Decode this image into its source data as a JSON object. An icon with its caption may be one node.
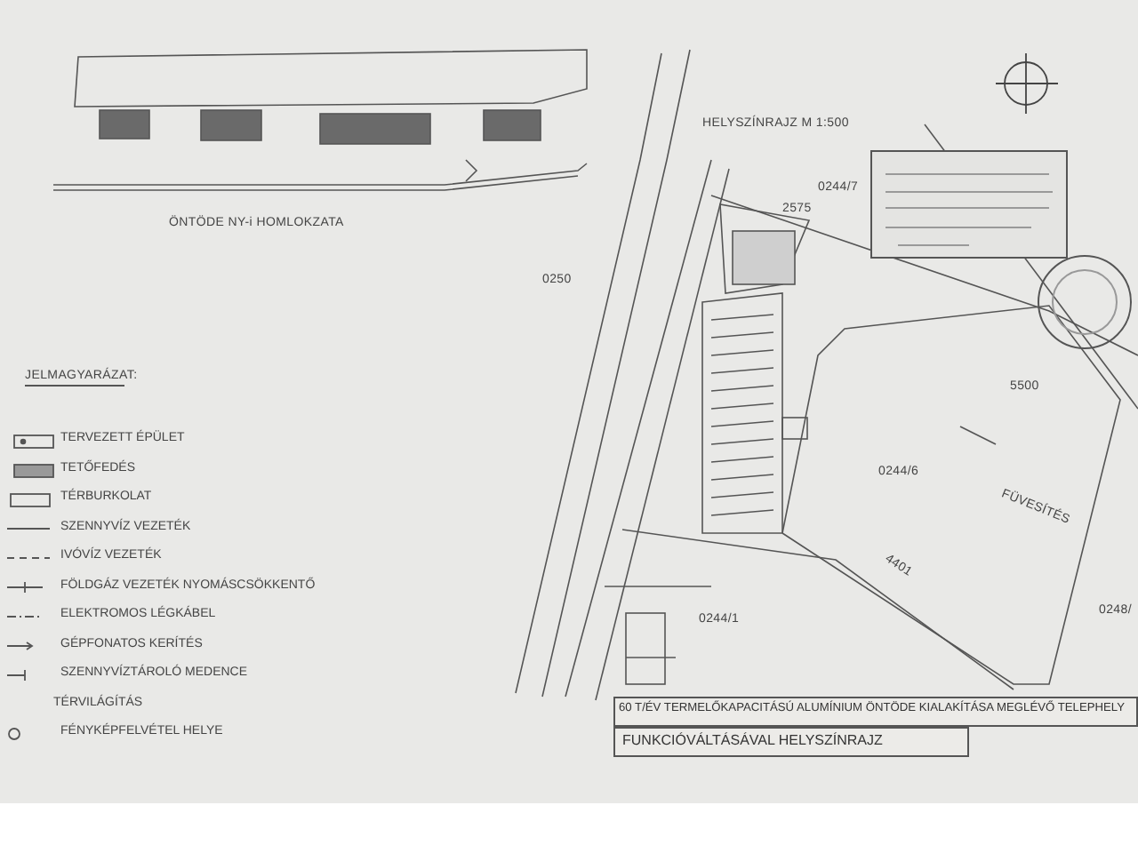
{
  "diagram": {
    "labels": [
      "ÖNTÖDE NY-i HOMLOKZATA",
      "HELYSZÍNRAJZ M 1:500",
      "0244/7",
      "0250",
      "2575",
      "0244/6",
      "FÜVESÍTÉS",
      "4401",
      "0244/1",
      "0248/",
      "5500",
      "JELMAGYARÁZAT:",
      "60 T/ÉV TERMELŐKAPACITÁSÚ ALUMÍNIUM ÖNTÖDE KIALAKÍTÁSA MEGLÉVŐ TELEPHELY",
      "FUNKCIÓVÁLTÁSÁVAL HELYSZÍNRAJZ"
    ],
    "legend": [
      {
        "text": "TERVEZETT ÉPÜLET"
      },
      {
        "text": "TETŐFEDÉS"
      },
      {
        "text": "TÉRBURKOLAT"
      },
      {
        "text": "SZENNYVÍZ VEZETÉK"
      },
      {
        "text": "IVÓVÍZ VEZETÉK"
      },
      {
        "text": "FÖLDGÁZ VEZETÉK NYOMÁSCSÖKKENTŐ"
      },
      {
        "text": "ELEKTROMOS LÉGKÁBEL"
      },
      {
        "text": "GÉPFONATOS KERÍTÉS"
      },
      {
        "text": "SZENNYVÍZTÁROLÓ MEDENCE"
      },
      {
        "text": "TÉRVILÁGÍTÁS"
      },
      {
        "text": "FÉNYKÉPFELVÉTEL HELYE"
      }
    ]
  }
}
